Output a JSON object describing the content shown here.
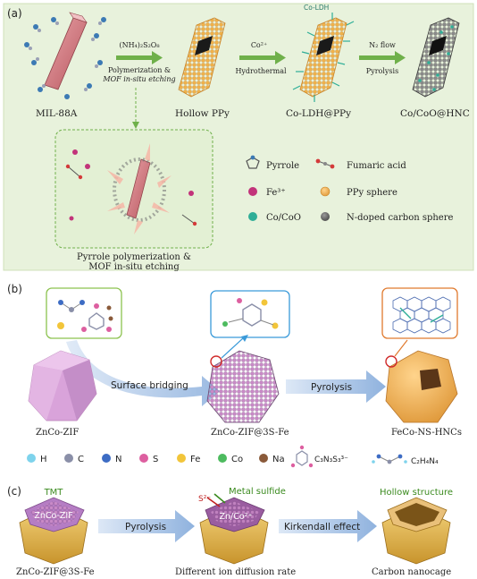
{
  "panel_a": {
    "label": "(a)",
    "stages": [
      "MIL-88A",
      "Hollow PPy",
      "Co-LDH@PPy",
      "Co/CoO@HNC"
    ],
    "arrows": [
      {
        "top": "(NH₄)₂S₂O₈",
        "bottom1": "Polymerization &",
        "bottom2": "MOF in-situ etching"
      },
      {
        "top": "Co²⁺",
        "bottom1": "Hydrothermal",
        "bottom2": ""
      },
      {
        "top": "N₂ flow",
        "bottom1": "Pyrolysis",
        "bottom2": ""
      }
    ],
    "co_ldh_tag": "Co-LDH",
    "inset_caption1": "Pyrrole polymerization &",
    "inset_caption2": "MOF in-situ etching",
    "legend": [
      {
        "label": "Pyrrole",
        "icon": "pyrrole-icon"
      },
      {
        "label": "Fumaric acid",
        "icon": "fumaric-acid-icon"
      },
      {
        "label": "Fe³⁺",
        "icon": "fe-ion-icon",
        "color": "#c2337a"
      },
      {
        "label": "PPy sphere",
        "icon": "ppy-sphere-icon",
        "color": "#f2b53c"
      },
      {
        "label": "Co/CoO",
        "icon": "co-coo-icon",
        "color": "#2fae97"
      },
      {
        "label": "N-doped carbon sphere",
        "icon": "carbon-sphere-icon",
        "color": "#555555"
      }
    ]
  },
  "panel_b": {
    "label": "(b)",
    "stages": [
      "ZnCo-ZIF",
      "ZnCo-ZIF@3S-Fe",
      "FeCo-NS-HNCs"
    ],
    "arrow1": "Surface bridging",
    "arrow2": "Pyrolysis",
    "legend": [
      {
        "label": "H",
        "color": "#7ed3ec"
      },
      {
        "label": "C",
        "color": "#8a8fa8"
      },
      {
        "label": "N",
        "color": "#3d6cc4"
      },
      {
        "label": "S",
        "color": "#dd5fa0"
      },
      {
        "label": "Fe",
        "color": "#f2c53a"
      },
      {
        "label": "Co",
        "color": "#4dbb5f"
      },
      {
        "label": "Na",
        "color": "#8a5a3a"
      }
    ],
    "formula1": "C₃N₃S₃³⁻",
    "formula2": "C₂H₄N₄"
  },
  "panel_c": {
    "label": "(c)",
    "stages": [
      "ZnCo-ZIF@3S-Fe",
      "Different ion diffusion rate",
      "Carbon nanocage"
    ],
    "arrow1": "Pyrolysis",
    "arrow2": "Kirkendall effect",
    "tmt": "TMT",
    "cube_label": "ZnCo-ZIF",
    "metal_sulfide": "Metal sulfide",
    "s_ion": "S²⁻",
    "zn_co": "Zn/Co²⁺",
    "hollow": "Hollow structure"
  }
}
